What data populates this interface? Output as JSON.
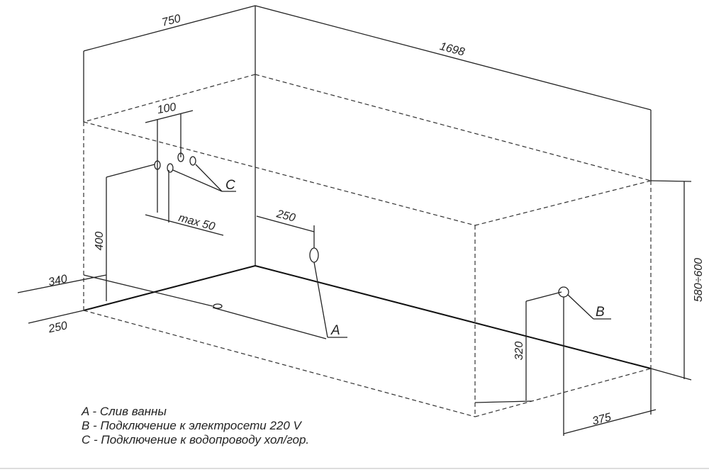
{
  "dimensions": {
    "width": "750",
    "length": "1698",
    "height": "580÷600",
    "drain_offset_wall": "250",
    "water_spacing": "100",
    "water_max": "max 50",
    "water_height": "400",
    "left_offset": "340",
    "left_drain": "250",
    "power_height": "320",
    "power_offset": "375"
  },
  "markers": {
    "a": "A",
    "b": "B",
    "c": "C"
  },
  "legend": [
    "A - Слив ванны",
    "B - Подключение к электросети 220 V",
    "C - Подключение к водопроводу хол/гор."
  ]
}
